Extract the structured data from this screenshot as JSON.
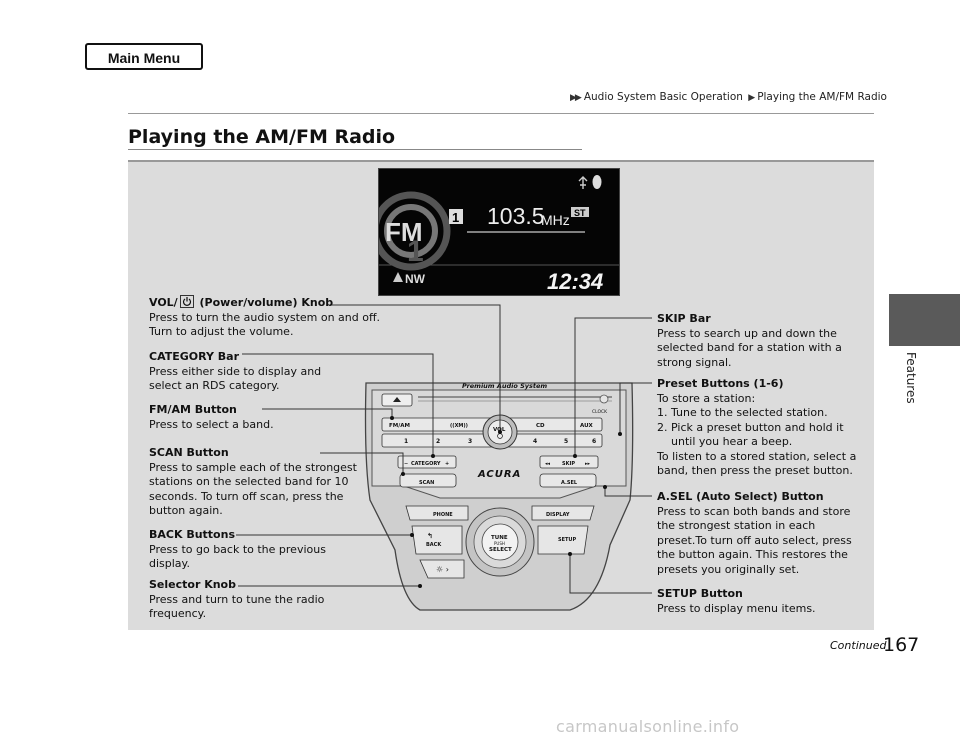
{
  "nav": {
    "main_menu": "Main Menu"
  },
  "breadcrumb": {
    "parent": "Audio System Basic Operation",
    "current": "Playing the AM/FM Radio"
  },
  "page": {
    "title": "Playing the AM/FM Radio",
    "side_tab": "Features",
    "continued": "Continued",
    "number": "167"
  },
  "display": {
    "band": "FM",
    "preset": "1",
    "preset_big": "1",
    "frequency": "103.5",
    "unit": "MHz",
    "stereo": "ST",
    "compass": "NW",
    "clock": "12:34"
  },
  "unit_labels": {
    "brand_band": "Premium Audio System",
    "fm_am": "FM/AM",
    "xm": "((XM))",
    "cd": "CD",
    "aux": "AUX",
    "clock": "CLOCK",
    "vol": "VOL",
    "presets": [
      "1",
      "2",
      "3",
      "4",
      "5",
      "6"
    ],
    "category": "CATEGORY",
    "skip": "SKIP",
    "scan": "SCAN",
    "asel": "A.SEL",
    "logo": "ACURA",
    "phone": "PHONE",
    "display": "DISPLAY",
    "back": "BACK",
    "tune": "TUNE",
    "push": "PUSH",
    "select": "SELECT",
    "setup": "SETUP"
  },
  "callouts": {
    "vol": {
      "title_pre": "VOL/",
      "title_post": " (Power/volume) Knob",
      "lines": [
        "Press to turn the audio system on and off.",
        "Turn to adjust the volume."
      ]
    },
    "category": {
      "title": "CATEGORY Bar",
      "lines": [
        "Press either side to display and",
        "select an RDS category."
      ]
    },
    "fmam": {
      "title": "FM/AM Button",
      "lines": [
        "Press to select a band."
      ]
    },
    "scan": {
      "title": "SCAN Button",
      "lines": [
        "Press to sample each of the strongest",
        "stations on the selected band for 10",
        "seconds. To turn off scan, press the",
        "button again."
      ]
    },
    "back": {
      "title": "BACK Buttons",
      "lines": [
        "Press to go back to the previous",
        "display."
      ]
    },
    "selector": {
      "title": "Selector Knob",
      "lines": [
        "Press and turn to tune the radio",
        "frequency."
      ]
    },
    "skip": {
      "title": "SKIP Bar",
      "lines": [
        "Press to search up and down the",
        "selected band for a station with a",
        "strong signal."
      ]
    },
    "preset": {
      "title": "Preset Buttons (1-6)",
      "intro": "To store a station:",
      "steps": [
        "1.  Tune to the selected station.",
        "2.  Pick a preset button and hold it"
      ],
      "cont": "until you hear a beep.",
      "lines": [
        "To listen to a stored station, select a",
        "band, then press the preset button."
      ]
    },
    "asel": {
      "title": "A.SEL (Auto Select) Button",
      "lines": [
        "Press to scan both bands and store",
        "the strongest station in each",
        "preset.To turn off auto select, press",
        "the button again. This restores the",
        "presets you originally set."
      ]
    },
    "setup": {
      "title": "SETUP Button",
      "lines": [
        "Press to display menu items."
      ]
    }
  },
  "watermark": "carmanualsonline.info"
}
